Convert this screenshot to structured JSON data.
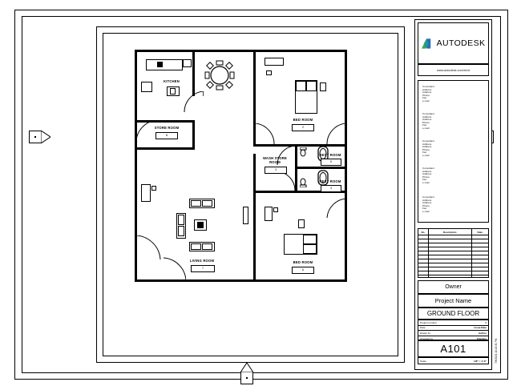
{
  "sheet": {
    "software": "Autodesk Revit",
    "logo_word": "AUTODESK",
    "logo_colors": {
      "green": "#3DA945",
      "blue": "#2A6EBB",
      "teal": "#1E9E8A"
    },
    "url": "www.autodesk.com/revit"
  },
  "consultants": [
    {
      "name": "Consultant",
      "address1": "Address",
      "address2": "Address",
      "phone": "Phone",
      "fax": "Fax",
      "email": "e-mail"
    },
    {
      "name": "Consultant",
      "address1": "Address",
      "address2": "Address",
      "phone": "Phone",
      "fax": "Fax",
      "email": "e-mail"
    },
    {
      "name": "Consultant",
      "address1": "Address",
      "address2": "Address",
      "phone": "Phone",
      "fax": "Fax",
      "email": "e-mail"
    },
    {
      "name": "Consultant",
      "address1": "Address",
      "address2": "Address",
      "phone": "Phone",
      "fax": "Fax",
      "email": "e-mail"
    },
    {
      "name": "Consultant",
      "address1": "Address",
      "address2": "Address",
      "phone": "Phone",
      "fax": "Fax",
      "email": "e-mail"
    }
  ],
  "revisions": {
    "headers": [
      "No.",
      "Description",
      "Date"
    ],
    "rows": []
  },
  "titleblock": {
    "owner": "Owner",
    "project_name": "Project Name",
    "view_name": "GROUND FLOOR",
    "meta": [
      {
        "label": "Project number",
        "value": "1"
      },
      {
        "label": "Date",
        "value": "Issue Date"
      },
      {
        "label": "Drawn by",
        "value": "Author"
      },
      {
        "label": "Checked by",
        "value": "Checker"
      }
    ],
    "sheet_number": "A101",
    "scale_label": "Scale",
    "scale_value": "1/8\" = 1'-0\""
  },
  "plot_stamp": "7/8/2021 10:22:31 PM",
  "plan": {
    "rooms": [
      {
        "name": "KITCHEN",
        "number": "1"
      },
      {
        "name": "STORE ROOM",
        "number": "8"
      },
      {
        "name": "BED ROOM",
        "number": "2"
      },
      {
        "name": "WASH STORE\nROOM",
        "number": "3"
      },
      {
        "name": "REST ROOM",
        "number": "5"
      },
      {
        "name": "REST ROOM",
        "number": "4"
      },
      {
        "name": "LIVING ROOM",
        "number": "7"
      },
      {
        "name": "BED ROOM",
        "number": "6"
      }
    ],
    "labels": {
      "kitchen": "KITCHEN",
      "store_room": "STORE ROOM",
      "bed_room_top": "BED ROOM",
      "wash_store_line1": "WASH STORE",
      "wash_store_line2": "ROOM",
      "rest_room_top": "REST ROOM",
      "rest_room_bottom": "REST ROOM",
      "living_room": "LIVING ROOM",
      "bed_room_bottom": "BED ROOM"
    },
    "numbers": {
      "kitchen": "1",
      "store_room": "8",
      "bed_room_top": "2",
      "wash_store": "3",
      "rest_room_top": "5",
      "rest_room_bottom": "4",
      "living_room": "7",
      "bed_room_bottom": "6"
    }
  }
}
